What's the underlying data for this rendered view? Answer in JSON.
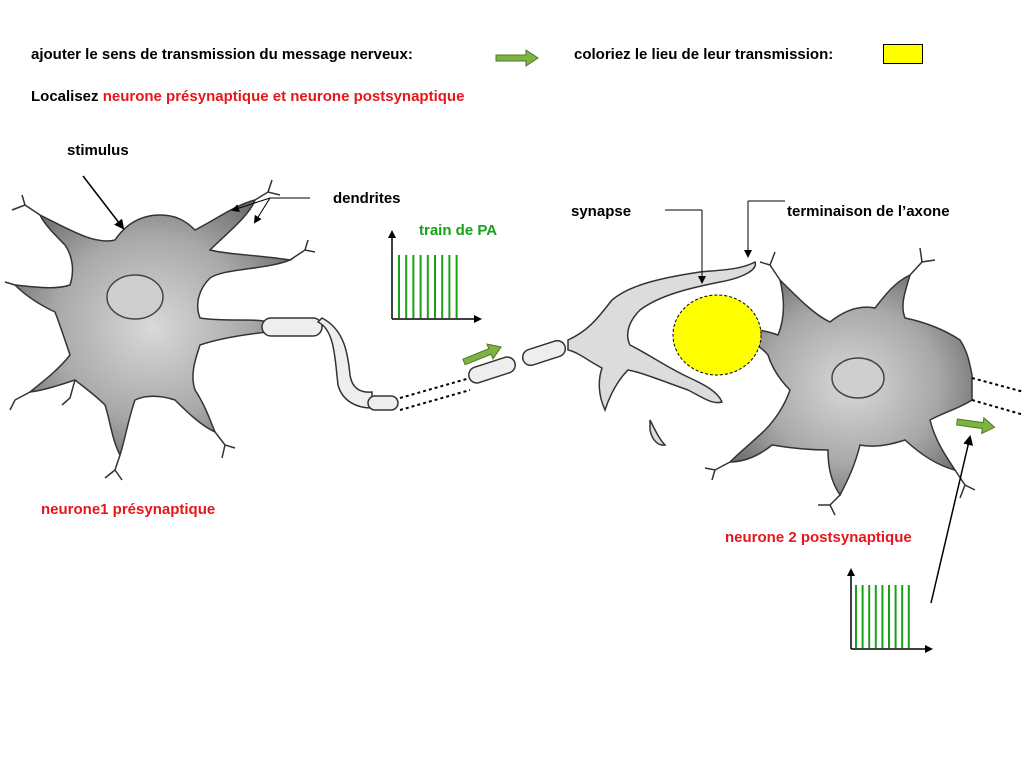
{
  "instructions": {
    "direction_prompt": "ajouter le sens de transmission du message nerveux:",
    "color_prompt": "coloriez le lieu de leur transmission:",
    "localize_prefix": "Localisez ",
    "localize_target": "neurone présynaptique et neurone postsynaptique"
  },
  "labels": {
    "stimulus": "stimulus",
    "dendrites": "dendrites",
    "train": "train de PA",
    "synapse": "synapse",
    "terminal": "terminaison de l’axone",
    "neuron1": "neurone1 présynaptique",
    "neuron2": "neurone 2 postsynaptique"
  },
  "colors": {
    "accent_red": "#e8161b",
    "spike_green": "#16a116",
    "synapse_yellow": "#ffff00",
    "arrow_green": "#7cb342"
  },
  "spike_trains": [
    {
      "name": "train-presynaptic",
      "spike_count": 9
    },
    {
      "name": "train-postsynaptic",
      "spike_count": 9
    }
  ]
}
